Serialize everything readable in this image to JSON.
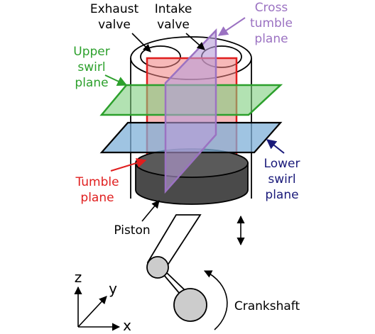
{
  "labels": {
    "exhaust_valve": [
      "Exhaust",
      "valve"
    ],
    "intake_valve": [
      "Intake",
      "valve"
    ],
    "cross_tumble_plane": [
      "Cross",
      "tumble",
      "plane"
    ],
    "upper_swirl_plane": [
      "Upper",
      "swirl",
      "plane"
    ],
    "lower_swirl_plane": [
      "Lower",
      "swirl",
      "plane"
    ],
    "tumble_plane": [
      "Tumble",
      "plane"
    ],
    "piston": "Piston",
    "crankshaft": "Crankshaft",
    "axis_x": "x",
    "axis_y": "y",
    "axis_z": "z"
  },
  "colors": {
    "cross_tumble": "#9b72c2",
    "upper_swirl": "#2ca02c",
    "lower_swirl": "#1a1a7a",
    "tumble": "#e01e1e",
    "ink": "#000000",
    "piston_fill": "#4a4a4a",
    "crank_fill": "#cccccc",
    "tumble_fill": "#f08080",
    "upper_fill": "#7fcf7f",
    "lower_fill": "#7fb0d8"
  }
}
